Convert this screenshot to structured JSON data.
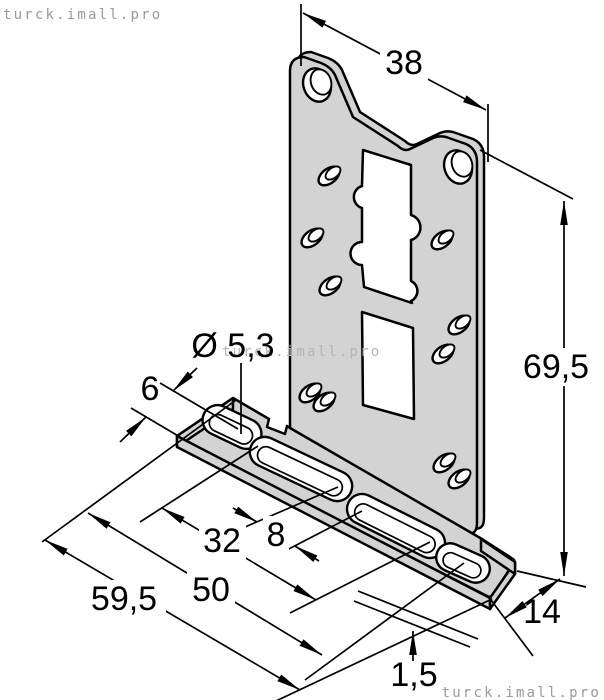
{
  "drawing": {
    "description": "Isometric technical drawing of L-shaped mounting bracket",
    "part_fill": "#d3d3d3",
    "line_color": "#000000",
    "watermark": {
      "text": "turck.imall.pro",
      "color": "#9a9a9a",
      "color_light": "#b5b5b5"
    },
    "dimensions": {
      "plate_width": {
        "label": "38"
      },
      "total_height": {
        "label": "69,5"
      },
      "hole_diameter": {
        "label": "Ø 5,3"
      },
      "slot_offset": {
        "label": "6"
      },
      "slot_span": {
        "label": "32"
      },
      "slot_gap": {
        "label": "8"
      },
      "slot_length": {
        "label": "50"
      },
      "base_length": {
        "label": "59,5"
      },
      "base_depth": {
        "label": "14"
      },
      "thickness": {
        "label": "1,5"
      }
    }
  }
}
